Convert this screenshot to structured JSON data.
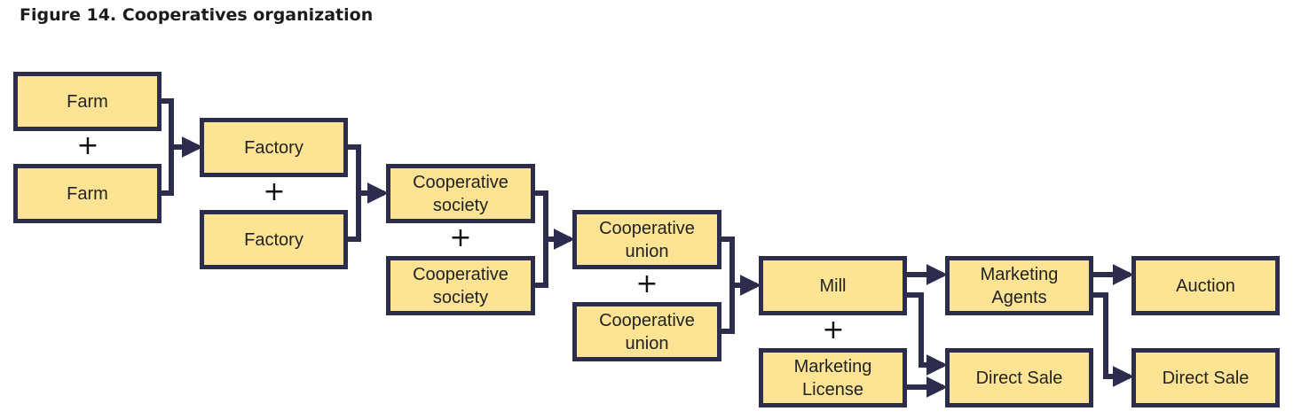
{
  "title": "Figure 14. Cooperatives organization",
  "nodes": {
    "farm_1": "Farm",
    "farm_2": "Farm",
    "factory_1": "Factory",
    "factory_2": "Factory",
    "coop_society_1": "Cooperative\nsociety",
    "coop_society_2": "Cooperative\nsociety",
    "coop_union_1": "Cooperative\nunion",
    "coop_union_2": "Cooperative\nunion",
    "mill": "Mill",
    "marketing_license": "Marketing\nLicense",
    "marketing_agents": "Marketing\nAgents",
    "direct_sale_1": "Direct Sale",
    "auction": "Auction",
    "direct_sale_2": "Direct Sale"
  },
  "plus_sign": "+",
  "colors": {
    "box_fill": "#fde495",
    "box_border": "#2c2c4c",
    "connector": "#2c2c4c"
  }
}
